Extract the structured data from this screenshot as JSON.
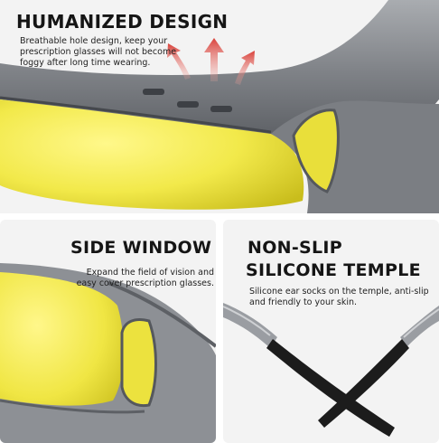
{
  "sections": {
    "top": {
      "title": "HUMANIZED DESIGN",
      "description": "Breathable hole design, keep your prescription glasses will not become foggy after long time wearing."
    },
    "left": {
      "title": "SIDE WINDOW",
      "description": "Expand the field of vision and easy cover prescription glasses."
    },
    "right": {
      "title_line1": "NON-SLIP",
      "title_line2": "SILICONE TEMPLE",
      "description": "Silicone ear socks on the temple, anti-slip and friendly to your skin."
    }
  },
  "colors": {
    "frame": "#8a8d92",
    "frame_dark": "#4b4e53",
    "lens": "#f2e94a",
    "lens_edge": "#c9bd1c",
    "arrow": "#d9413a",
    "rubber": "#1c1c1c"
  }
}
